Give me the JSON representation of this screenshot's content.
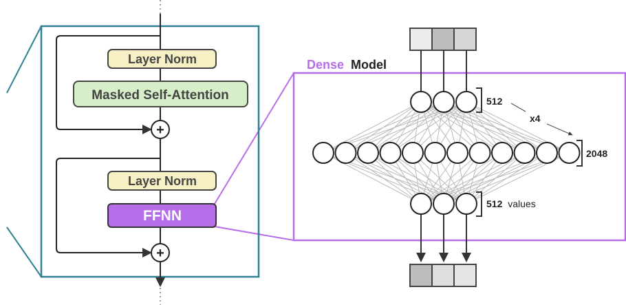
{
  "block": {
    "layer_norm_1": "Layer Norm",
    "attention": "Masked Self-Attention",
    "layer_norm_2": "Layer Norm",
    "ffnn": "FFNN",
    "add_symbol": "+"
  },
  "dense": {
    "title_accent": "Dense",
    "title_rest": "Model",
    "input_count": "512",
    "hidden_count": "2048",
    "output_count": "512",
    "output_suffix": "values",
    "multiplier": "x4"
  },
  "colors": {
    "frame": "#2f7f93",
    "accent": "#b56ee8",
    "layer_norm_fill": "#f6f0c4",
    "attention_fill": "#d6efc9",
    "ffnn_fill": "#b56ee8",
    "edge": "#b9b9b9",
    "input_cells": [
      "#ececec",
      "#bdbdbd",
      "#d6d6d6"
    ],
    "output_cells": [
      "#bdbdbd",
      "#dedede",
      "#e6e6e6"
    ]
  }
}
